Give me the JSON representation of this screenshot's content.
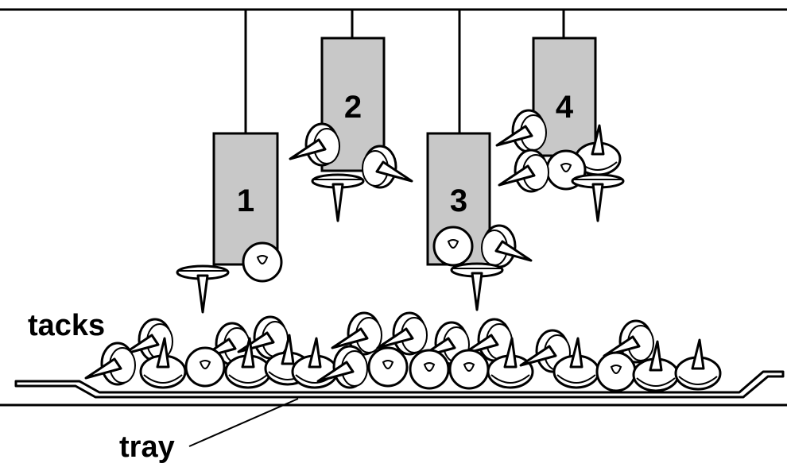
{
  "labels": {
    "tacks": "tacks",
    "tray": "tray"
  },
  "magnets": [
    {
      "number": "1"
    },
    {
      "number": "2"
    },
    {
      "number": "3"
    },
    {
      "number": "4"
    }
  ],
  "colors": {
    "magnet_fill": "#c8c8c8",
    "line": "#000000",
    "tack_fill": "#ffffff"
  },
  "icons": [
    "magnet-block",
    "thumbtack"
  ]
}
